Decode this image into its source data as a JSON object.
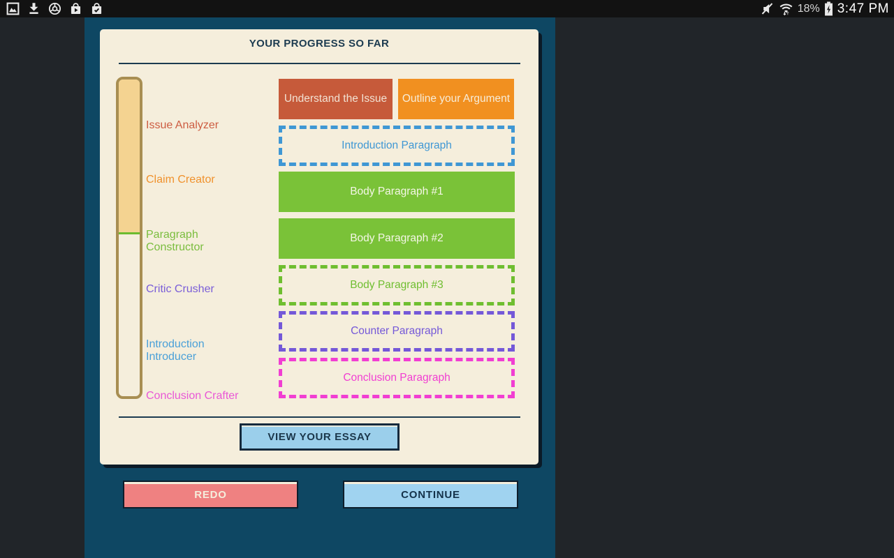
{
  "status_bar": {
    "time": "3:47 PM",
    "battery_percent": "18%",
    "left_icons": [
      "screenshot-icon",
      "download-done-icon",
      "chrome-icon",
      "play-store-icon",
      "apps-updated-icon"
    ],
    "right_icons": [
      "mute-icon",
      "wifi-icon",
      "battery-charging-icon"
    ]
  },
  "progress_card": {
    "title": "YOUR PROGRESS SO FAR",
    "progress_bar": {
      "fill_height": "49%",
      "fill_color": "#f4d391",
      "border_color": "#a88e52",
      "marker_color": "#6cbb2f"
    },
    "tools": [
      {
        "label": "Issue Analyzer",
        "color": "#cd5d42"
      },
      {
        "label": "Claim Creator",
        "color": "#f0912c"
      },
      {
        "label": "Paragraph Constructor",
        "color": "#7abd3e"
      },
      {
        "label": "Critic Crusher",
        "color": "#7a5ed8"
      },
      {
        "label": "Introduction Introducer",
        "color": "#4aa0d8"
      },
      {
        "label": "Conclusion Crafter",
        "color": "#e957d6"
      }
    ],
    "steps": [
      {
        "label": "Understand the Issue",
        "style": "solid",
        "state": "complete",
        "color": "#c65a3a",
        "text_color": "#f2e2d3"
      },
      {
        "label": "Outline your Argument",
        "style": "solid",
        "state": "complete",
        "color": "#f19020",
        "text_color": "#f7ecd8"
      },
      {
        "label": "Introduction Paragraph",
        "style": "dashed",
        "state": "pending",
        "color": "#3f97d4"
      },
      {
        "label": "Body Paragraph #1",
        "style": "solid",
        "state": "complete",
        "color": "#7ac238",
        "text_color": "#f4f6e6"
      },
      {
        "label": "Body Paragraph #2",
        "style": "solid",
        "state": "complete",
        "color": "#7ac238",
        "text_color": "#f4f6e6"
      },
      {
        "label": "Body Paragraph #3",
        "style": "dashed",
        "state": "pending",
        "color": "#6fbe30"
      },
      {
        "label": "Counter Paragraph",
        "style": "dashed",
        "state": "pending",
        "color": "#7458d8"
      },
      {
        "label": "Conclusion Paragraph",
        "style": "dashed",
        "state": "pending",
        "color": "#f13ed2"
      }
    ],
    "view_essay_button": "VIEW YOUR ESSAY"
  },
  "footer_buttons": {
    "redo": "REDO",
    "continue": "CONTINUE"
  },
  "colors": {
    "desktop_bg": "#212529",
    "status_bar_bg": "#121212",
    "panel_bg": "#0e4763",
    "card_bg": "#f5eedc",
    "navy_text": "#1c3b50"
  }
}
